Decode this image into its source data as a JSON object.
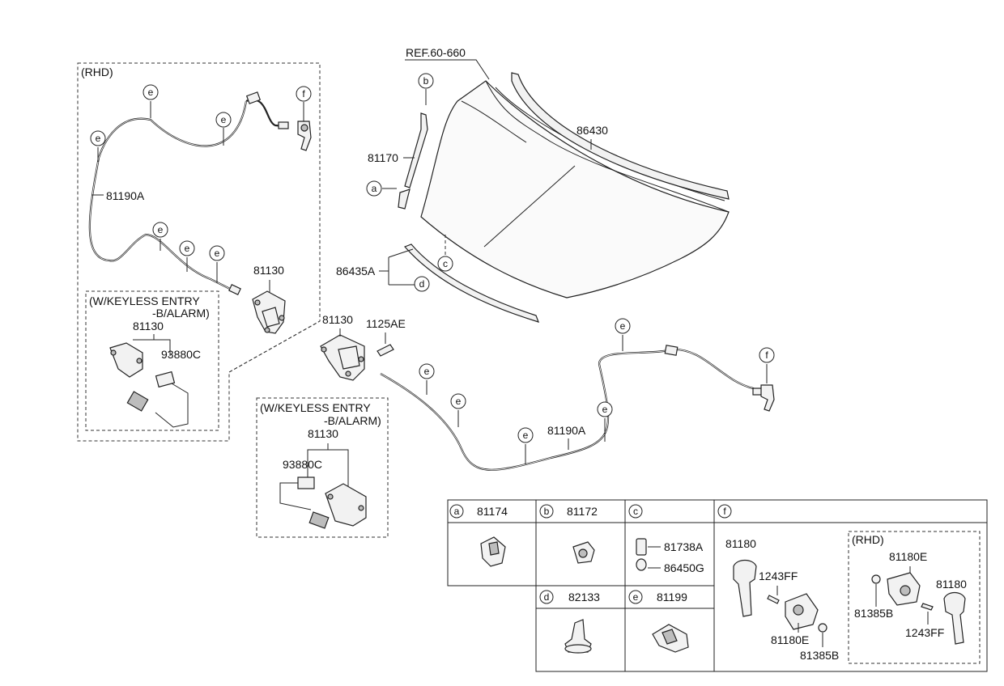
{
  "ref_label": "REF.60-660",
  "callouts": {
    "a": "a",
    "b": "b",
    "c": "c",
    "d": "d",
    "e": "e",
    "f": "f"
  },
  "labels": {
    "rhd": "(RHD)",
    "keyless_line1": "(W/KEYLESS ENTRY",
    "keyless_line2": "-B/ALARM)",
    "p86430": "86430",
    "p81170": "81170",
    "p86435A": "86435A",
    "p81190A": "81190A",
    "p81130": "81130",
    "p93880C": "93880C",
    "p1125AE": "1125AE"
  },
  "table": {
    "a": {
      "letter": "a",
      "part": "81174"
    },
    "b": {
      "letter": "b",
      "part": "81172"
    },
    "c": {
      "letter": "c",
      "parts": [
        "81738A",
        "86450G"
      ]
    },
    "d": {
      "letter": "d",
      "part": "82133"
    },
    "e": {
      "letter": "e",
      "part": "81199"
    },
    "f": {
      "letter": "f",
      "rhd": "(RHD)",
      "lhd_parts": [
        "81180",
        "1243FF",
        "81180E",
        "81385B"
      ],
      "rhd_parts": [
        "81180E",
        "81180",
        "81385B",
        "1243FF"
      ]
    }
  }
}
